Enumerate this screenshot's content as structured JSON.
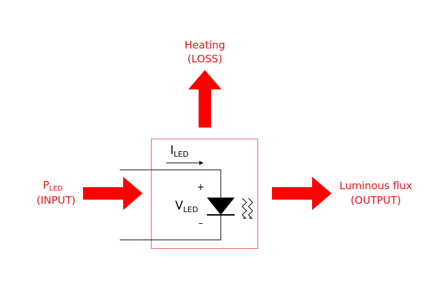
{
  "colors": {
    "arrow": "#ff0000",
    "label_red": "#e8141b",
    "box_outline": "#f06060",
    "wire": "#000000"
  },
  "top_label": {
    "line1": "Heating",
    "line2": "(LOSS)"
  },
  "left_label": {
    "main": "P",
    "sub": "LED",
    "line2": "(INPUT)"
  },
  "right_label": {
    "line1": "Luminous flux",
    "line2": "(OUTPUT)"
  },
  "current_label": {
    "main": "I",
    "sub": "LED"
  },
  "voltage_label": {
    "main": "V",
    "sub": "LED"
  },
  "polarity": {
    "plus": "+",
    "minus": "–"
  }
}
